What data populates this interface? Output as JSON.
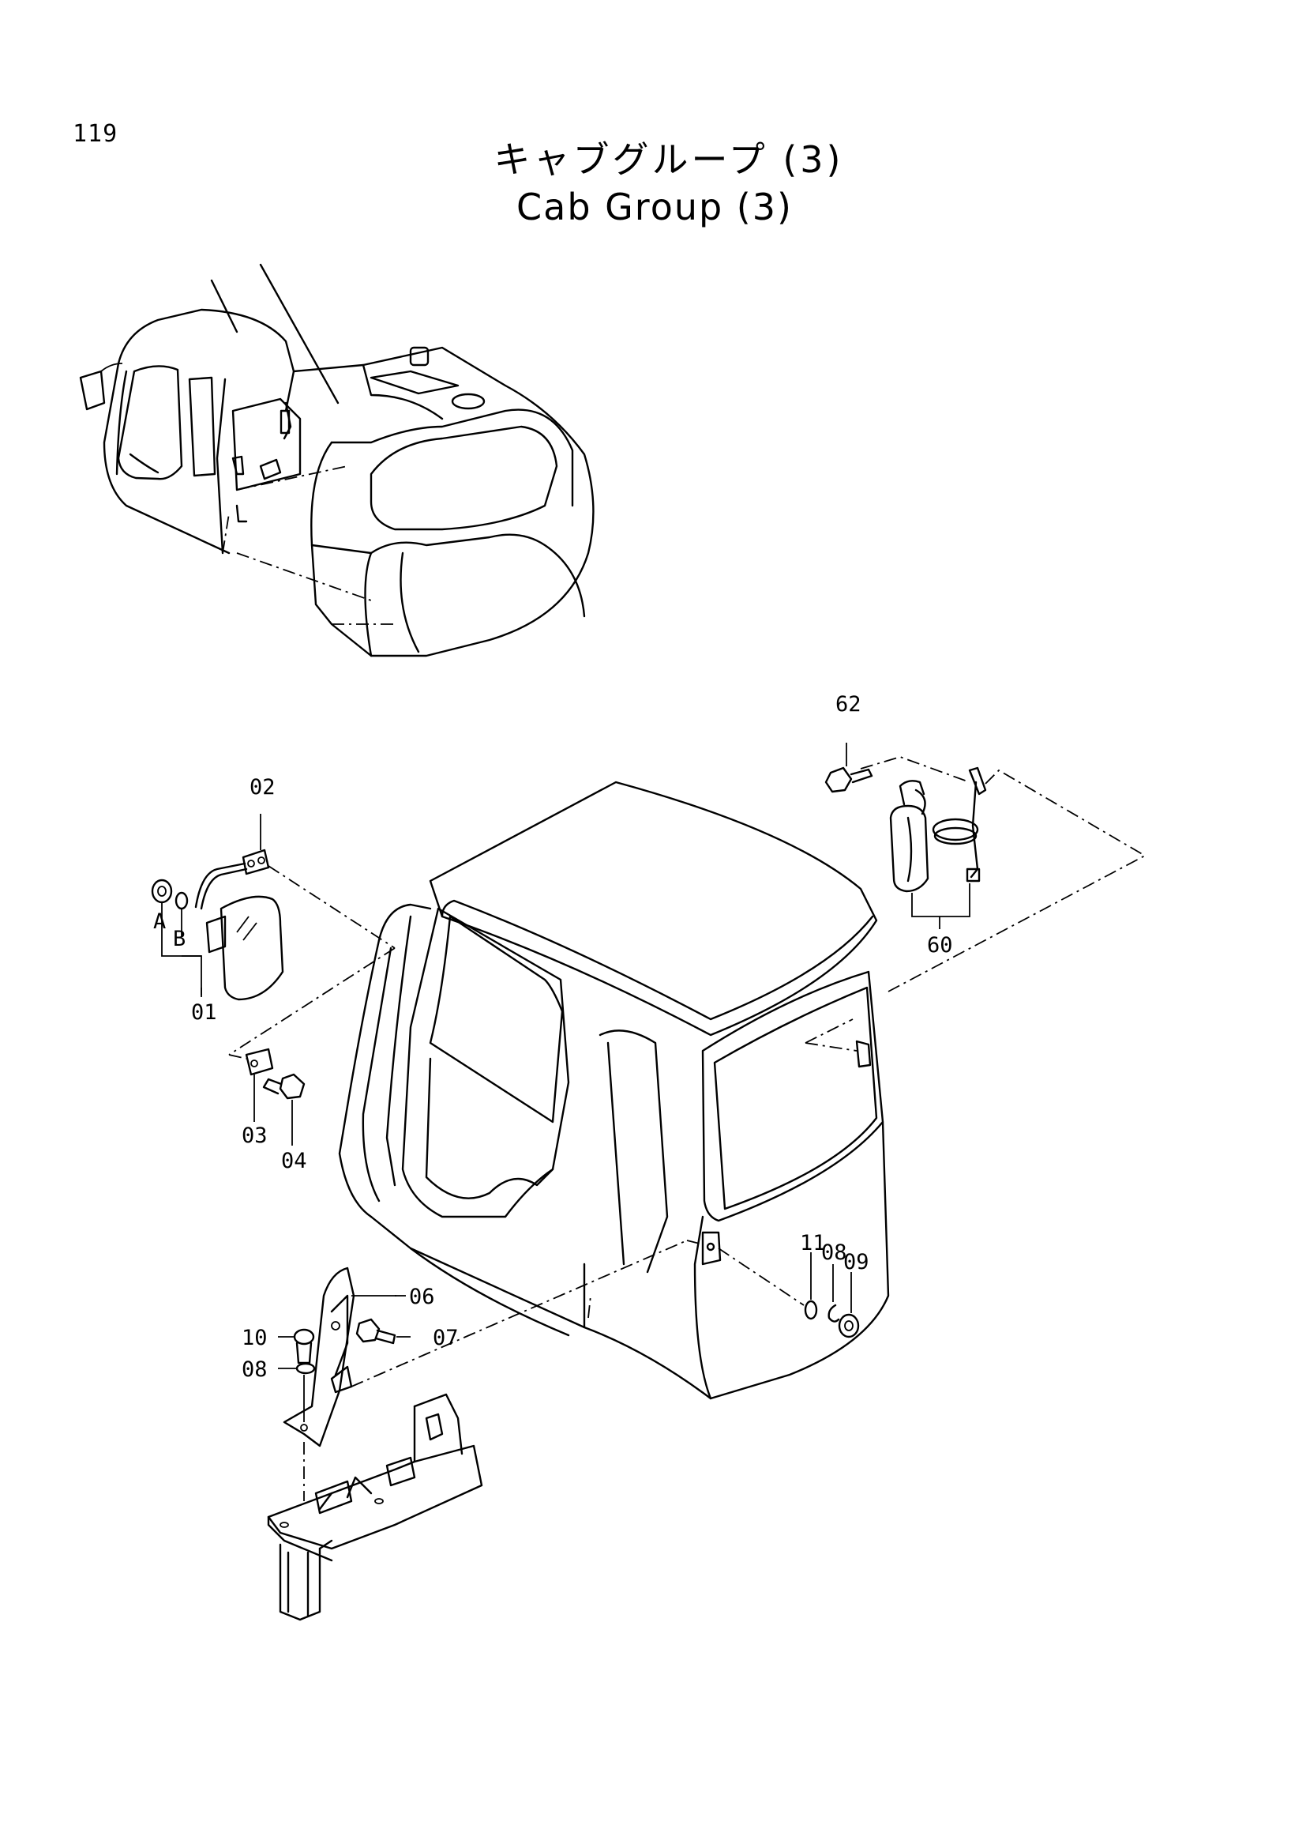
{
  "page": {
    "number": "119"
  },
  "title": {
    "japanese": "キャブグループ (3)",
    "english": "Cab Group (3)"
  },
  "callouts": {
    "c62": "62",
    "c60": "60",
    "c02": "02",
    "c01": "01",
    "cA": "A",
    "cB": "B",
    "c03": "03",
    "c04": "04",
    "c06": "06",
    "c07": "07",
    "c10": "10",
    "c08a": "08",
    "c11": "11",
    "c08b": "08",
    "c09": "09"
  }
}
